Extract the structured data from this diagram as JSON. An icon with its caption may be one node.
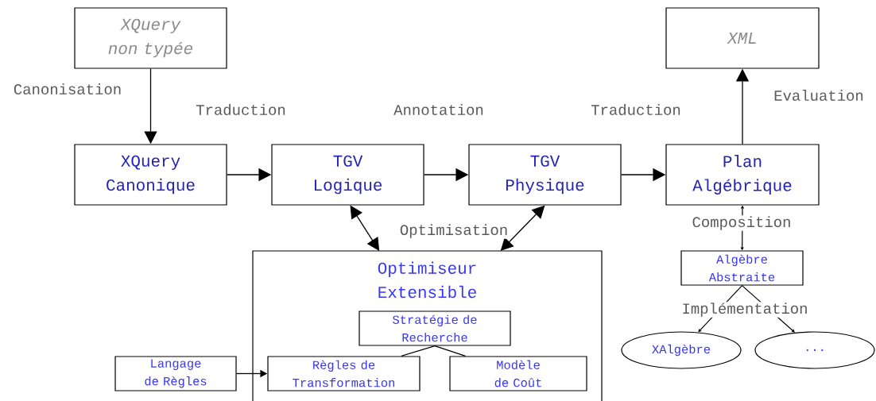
{
  "diagram": {
    "nodes": [
      {
        "text": [
          "XQuery non typée"
        ]
      },
      {
        "text": [
          "XML"
        ]
      },
      {
        "text": [
          "XQuery Canonique"
        ]
      },
      {
        "text": [
          "TGV Logique"
        ]
      },
      {
        "text": [
          "TGV Physique"
        ]
      },
      {
        "text": [
          "Plan Algébrique"
        ]
      },
      {
        "text": [
          "Optimiseur Extensible"
        ]
      },
      {
        "text": [
          "Stratégie de Recherche"
        ],
        "in": 6
      },
      {
        "text": [
          "Langage de Règles"
        ]
      },
      {
        "text": [
          "Règles de Transformation"
        ],
        "in": 6
      },
      {
        "text": [
          "Modèle de Coût"
        ],
        "in": 6
      },
      {
        "text": [
          "Algèbre Abstraite"
        ]
      },
      {
        "text": [
          "XAlgèbre"
        ]
      },
      {
        "text": [
          "..."
        ]
      }
    ],
    "edges": [
      {
        "from": 0,
        "to": 2,
        "arrow": "to",
        "label": "Canonisation"
      },
      {
        "from": 2,
        "to": 3,
        "arrow": "to",
        "label": "Traduction"
      },
      {
        "from": 3,
        "to": 4,
        "arrow": "to",
        "label": "Annotation"
      },
      {
        "from": 4,
        "to": 5,
        "arrow": "to",
        "label": "Traduction"
      },
      {
        "from": 5,
        "to": 1,
        "arrow": "to",
        "label": "Evaluation"
      },
      {
        "from": 6,
        "to": 3,
        "arrow": "both"
      },
      {
        "from": 6,
        "to": 4,
        "arrow": "both"
      },
      {
        "from": 5,
        "to": 11,
        "arrow": "both",
        "label": "Composition"
      },
      {
        "from": 11,
        "to": 12,
        "arrow": "to"
      },
      {
        "from": 11,
        "to": 13,
        "arrow": "to"
      },
      {
        "from": 8,
        "to": 9,
        "arrow": "to"
      },
      {
        "from": 9,
        "to": 7,
        "arrow": "none"
      },
      {
        "from": 10,
        "to": 7,
        "arrow": "none"
      }
    ],
    "labels": [
      "Optimisation",
      "Implémentation"
    ]
  }
}
